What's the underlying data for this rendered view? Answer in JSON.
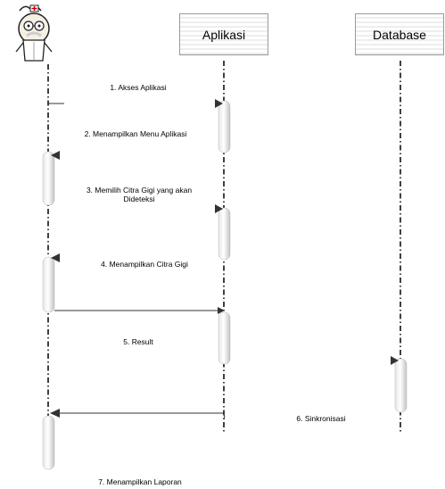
{
  "participants": {
    "actor_icon": "doctor-mascot-icon",
    "aplikasi": "Aplikasi",
    "database": "Database"
  },
  "messages": [
    {
      "num": "1.",
      "text": "Akses Aplikasi"
    },
    {
      "num": "2.",
      "text": "Menampilkan Menu Aplikasi"
    },
    {
      "num": "3.",
      "text": "Memilih Citra Gigi yang akan Dideteksi"
    },
    {
      "num": "4.",
      "text": "Menampilkan Citra Gigi"
    },
    {
      "num": "5.",
      "text": "Result"
    },
    {
      "num": "6.",
      "text": "Sinkronisasi"
    },
    {
      "num": "7.",
      "text": "Menampilkan Laporan"
    }
  ]
}
